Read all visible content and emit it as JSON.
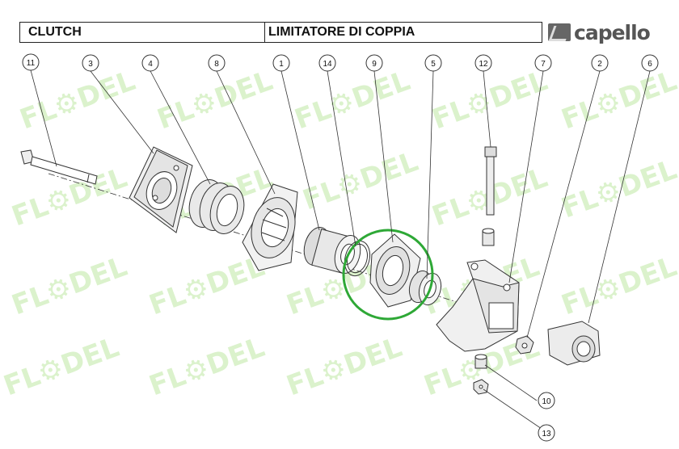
{
  "header": {
    "left_title": "CLUTCH",
    "right_title": "LIMITATORE DI COPPIA",
    "brand": "capello"
  },
  "watermark_text": "FL⚙DEL",
  "callouts": [
    "11",
    "3",
    "4",
    "8",
    "1",
    "14",
    "9",
    "5",
    "12",
    "7",
    "2",
    "6",
    "10",
    "13"
  ],
  "highlight_color": "#2ea836"
}
